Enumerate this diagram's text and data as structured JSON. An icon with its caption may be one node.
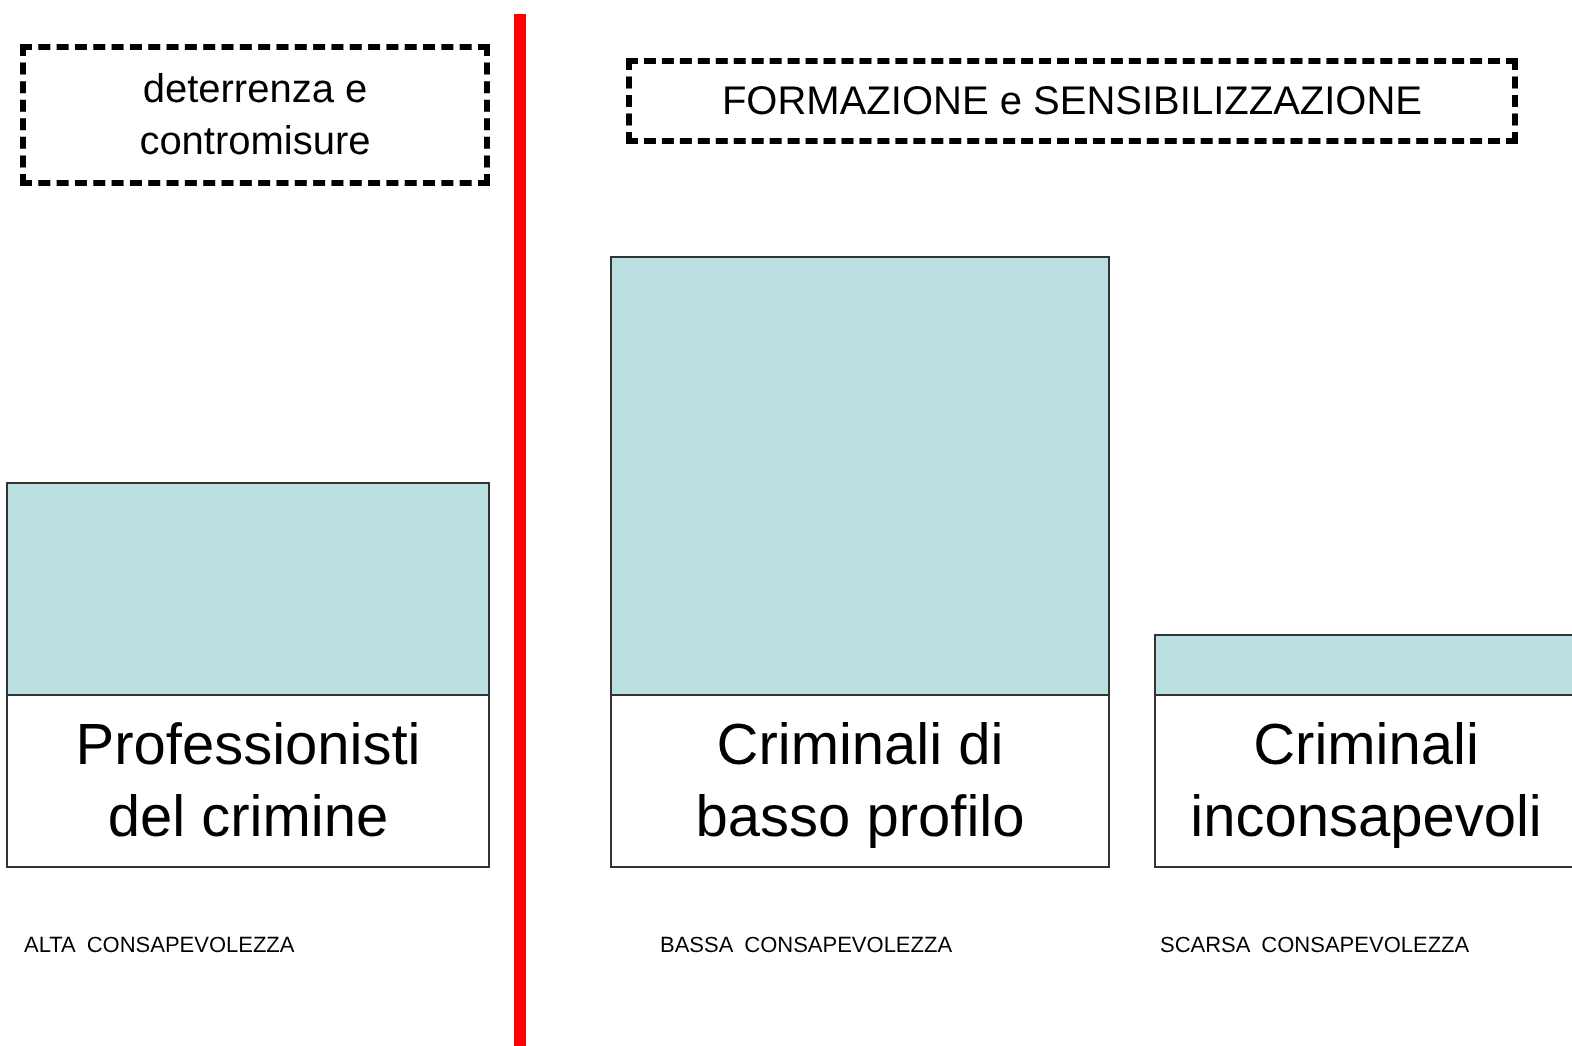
{
  "diagram": {
    "nodes": [
      {
        "text": [
          "deterrenza e contromisure"
        ]
      },
      {
        "text": [
          "FORMAZIONE e SENSIBILIZZAZIONE"
        ]
      },
      {
        "text": [],
        "shape": "bar"
      },
      {
        "text": [],
        "shape": "bar"
      },
      {
        "text": [],
        "shape": "bar"
      },
      {
        "text": [
          "Professionisti del crimine"
        ]
      },
      {
        "text": [
          "Criminali di basso profilo"
        ]
      },
      {
        "text": [
          "Criminali inconsapevoli"
        ]
      }
    ],
    "labels": [
      "ALTA CONSAPEVOLEZZA",
      "BASSA CONSAPEVOLEZZA",
      "SCARSA CONSAPEVOLEZZA"
    ]
  }
}
